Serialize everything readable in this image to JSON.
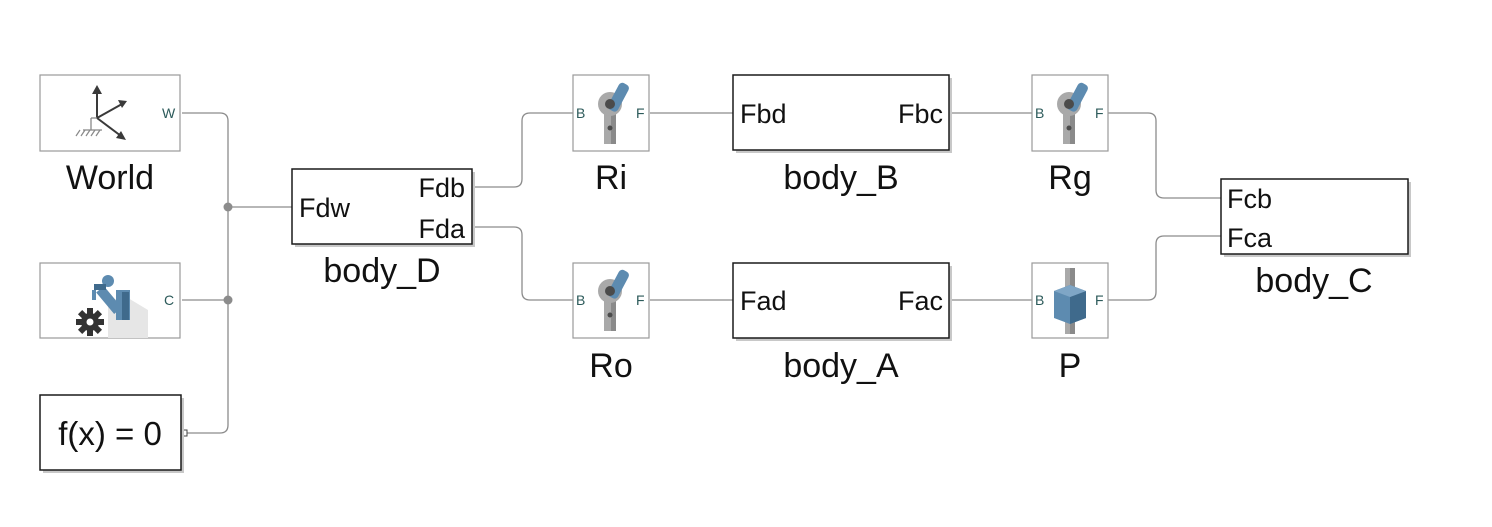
{
  "blocks": {
    "world": {
      "name": "World",
      "port": "W"
    },
    "config": {
      "name": "",
      "port": "C"
    },
    "solver": {
      "expr": "f(x) = 0"
    },
    "body_D": {
      "name": "body_D",
      "ports": {
        "fdw": "Fdw",
        "fdb": "Fdb",
        "fda": "Fda"
      }
    },
    "Ri": {
      "name": "Ri",
      "port_b": "B",
      "port_f": "F"
    },
    "Ro": {
      "name": "Ro",
      "port_b": "B",
      "port_f": "F"
    },
    "body_B": {
      "name": "body_B",
      "ports": {
        "fbd": "Fbd",
        "fbc": "Fbc"
      }
    },
    "body_A": {
      "name": "body_A",
      "ports": {
        "fad": "Fad",
        "fac": "Fac"
      }
    },
    "Rg": {
      "name": "Rg",
      "port_b": "B",
      "port_f": "F"
    },
    "P": {
      "name": "P",
      "port_b": "B",
      "port_f": "F"
    },
    "body_C": {
      "name": "body_C",
      "ports": {
        "fcb": "Fcb",
        "fca": "Fca"
      }
    }
  },
  "icons": {
    "world": "world-frame-icon",
    "config": "mechanism-configuration-icon",
    "revolute": "revolute-joint-icon",
    "prismatic": "prismatic-joint-icon"
  },
  "colors": {
    "joint_blue": "#5d8bb0",
    "joint_gray": "#a9a9a9",
    "wire": "#8c8c8c"
  }
}
